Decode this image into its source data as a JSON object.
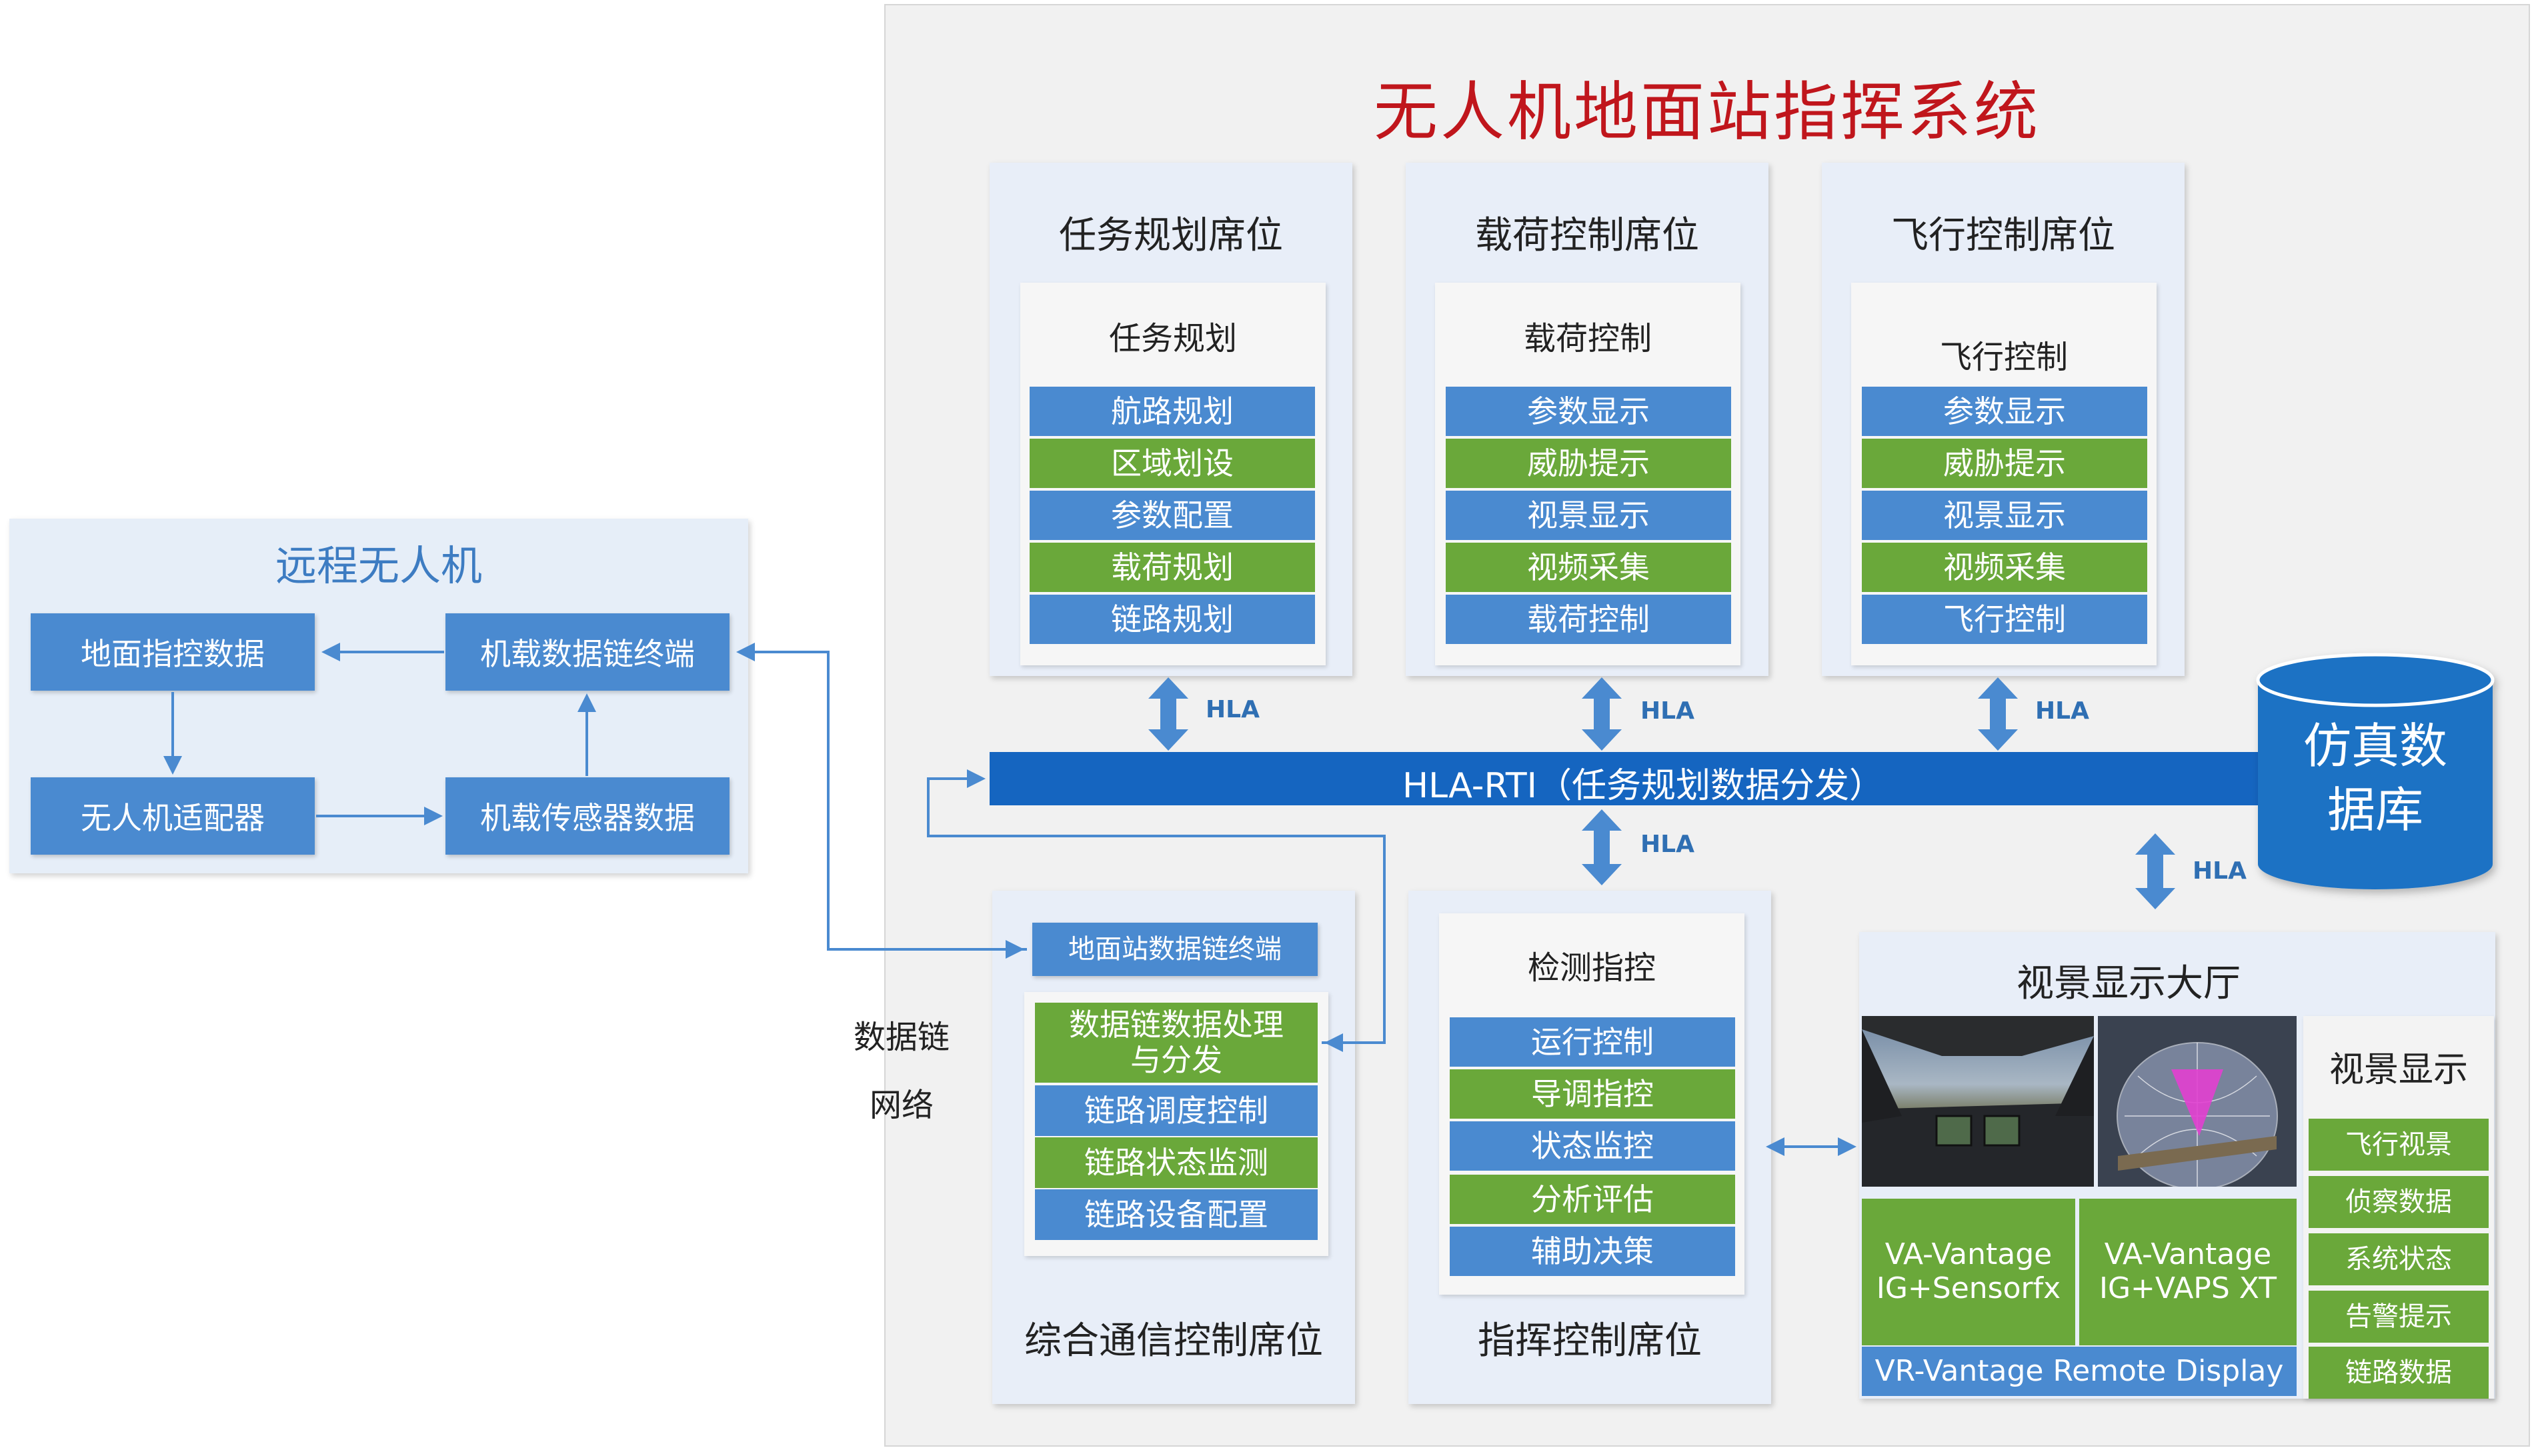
{
  "remote": {
    "title": "远程无人机",
    "ground_cmd": "地面指控数据",
    "airborne_terminal": "机载数据链终端",
    "adapter": "无人机适配器",
    "sensor": "机载传感器数据"
  },
  "network_label": [
    "数据链",
    "网络"
  ],
  "main_title": "无人机地面站指挥系统",
  "seats": {
    "mission": {
      "title": "任务规划席位",
      "sub": "任务规划",
      "items": [
        "航路规划",
        "区域划设",
        "参数配置",
        "载荷规划",
        "链路规划"
      ]
    },
    "payload": {
      "title": "载荷控制席位",
      "sub": "载荷控制",
      "items": [
        "参数显示",
        "威胁提示",
        "视景显示",
        "视频采集",
        "载荷控制"
      ]
    },
    "flight": {
      "title": "飞行控制席位",
      "sub": "飞行控制",
      "items": [
        "参数显示",
        "威胁提示",
        "视景显示",
        "视频采集",
        "飞行控制"
      ]
    },
    "comm": {
      "title": "综合通信控制席位",
      "terminal": "地面站数据链终端",
      "items": [
        "数据链数据处理\n与分发",
        "链路调度控制",
        "链路状态监测",
        "链路设备配置"
      ]
    },
    "command": {
      "title": "指挥控制席位",
      "sub": "检测指控",
      "items": [
        "运行控制",
        "导调指控",
        "状态监控",
        "分析评估",
        "辅助决策"
      ]
    }
  },
  "rti_label": "HLA-RTI（任务规划数据分发）",
  "hla": "HLA",
  "database": [
    "仿真数",
    "据库"
  ],
  "hall": {
    "title": "视景显示大厅",
    "vis_title": "视景显示",
    "vis_items": [
      "飞行视景",
      "侦察数据",
      "系统状态",
      "告警提示",
      "链路数据"
    ],
    "sw1": "VA-Vantage\nIG+Sensorfx",
    "sw2": "VA-Vantage\nIG+VAPS XT",
    "remote_display": "VR-Vantage Remote Display"
  },
  "colors": {
    "blue": "#4a8ad0",
    "green": "#6aa83a",
    "rti": "#1565c0",
    "title_red": "#c0161c",
    "panel": "#e8eef8"
  }
}
